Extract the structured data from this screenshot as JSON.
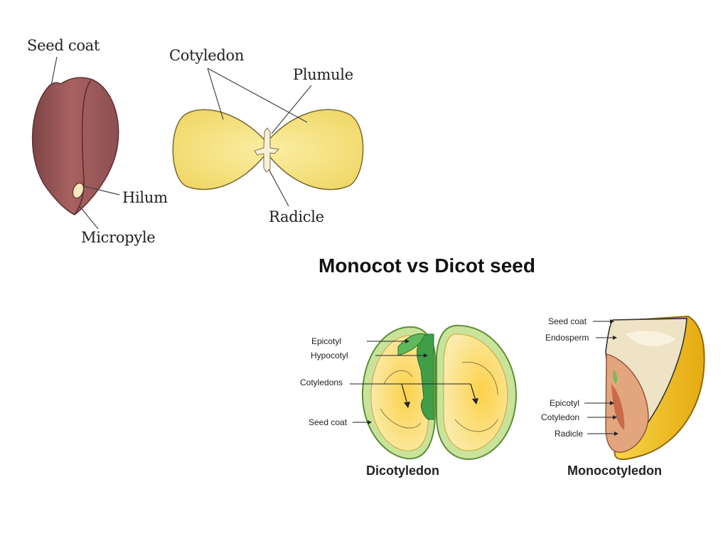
{
  "top_left": {
    "seed_labels": {
      "seed_coat": "Seed coat",
      "hilum": "Hilum",
      "micropyle": "Micropyle"
    },
    "embryo_labels": {
      "cotyledon": "Cotyledon",
      "plumule": "Plumule",
      "radicle": "Radicle"
    }
  },
  "comparison": {
    "title": "Monocot vs Dicot seed",
    "dicot": {
      "caption": "Dicotyledon",
      "labels": {
        "epicotyl": "Epicotyl",
        "hypocotyl": "Hypocotyl",
        "cotyledons": "Cotyledons",
        "seed_coat": "Seed coat"
      }
    },
    "monocot": {
      "caption": "Monocotyledon",
      "labels": {
        "seed_coat": "Seed coat",
        "endosperm": "Endosperm",
        "epicotyl": "Epicotyl",
        "cotyledon": "Cotyledon",
        "radicle": "Radicle"
      }
    }
  },
  "colors": {
    "seed_coat_brown": "#9a5a58",
    "cotyledon_yellow": "#f3e07a",
    "dicot_green": "#4caf50",
    "monocot_yellow": "#f2c418",
    "endosperm_cream": "#f1e6cc",
    "embryo_orange": "#d98b5f"
  }
}
